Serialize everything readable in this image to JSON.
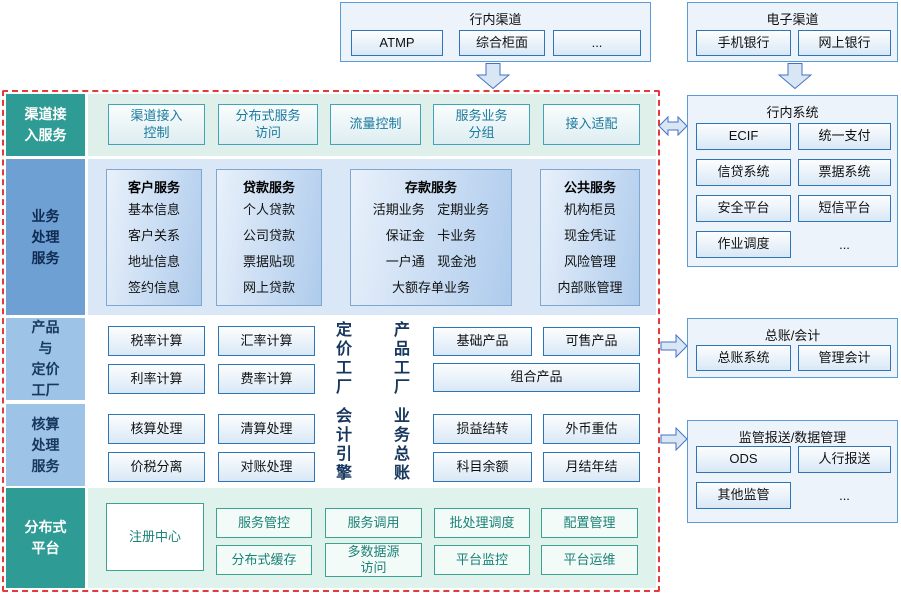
{
  "top": {
    "internal_channels": {
      "title": "行内渠道",
      "items": [
        "ATMP",
        "综合柜面",
        "..."
      ]
    },
    "electronic_channels": {
      "title": "电子渠道",
      "items": [
        "手机银行",
        "网上银行"
      ]
    }
  },
  "main": {
    "channel_access": {
      "label": "渠道接\n入服务",
      "items": [
        "渠道接入\n控制",
        "分布式服务\n访问",
        "流量控制",
        "服务业务\n分组",
        "接入适配"
      ]
    },
    "business": {
      "label": "业务\n处理\n服务",
      "columns": [
        {
          "title": "客户服务",
          "items": [
            "基本信息",
            "客户关系",
            "地址信息",
            "签约信息"
          ]
        },
        {
          "title": "贷款服务",
          "items": [
            "个人贷款",
            "公司贷款",
            "票据贴现",
            "网上贷款"
          ]
        },
        {
          "title": "存款服务",
          "items": [
            "活期业务 定期业务",
            "保证金 卡业务",
            "一户通 现金池",
            "大额存单业务"
          ]
        },
        {
          "title": "公共服务",
          "items": [
            "机构柜员",
            "现金凭证",
            "风险管理",
            "内部账管理"
          ]
        }
      ]
    },
    "product_pricing": {
      "label": "产品\n与\n定价\n工厂",
      "calc_items": [
        "税率计算",
        "汇率计算",
        "利率计算",
        "费率计算"
      ],
      "vertical_left": "定价工厂",
      "vertical_right": "产品工厂",
      "product_items": [
        "基础产品",
        "可售产品",
        "组合产品"
      ]
    },
    "accounting": {
      "label": "核算\n处理\n服务",
      "left_items": [
        "核算处理",
        "清算处理",
        "价税分离",
        "对账处理"
      ],
      "vertical_left": "会计引擎",
      "vertical_right": "业务总账",
      "right_items": [
        "损益结转",
        "外币重估",
        "科目余额",
        "月结年结"
      ]
    },
    "platform": {
      "label": "分布式\n平台",
      "registry": "注册中心",
      "row1": [
        "服务管控",
        "服务调用",
        "批处理调度",
        "配置管理"
      ],
      "row2": [
        "分布式缓存",
        "多数据源\n访问",
        "平台监控",
        "平台运维"
      ]
    }
  },
  "right": {
    "internal_systems": {
      "title": "行内系统",
      "items": [
        "ECIF",
        "统一支付",
        "信贷系统",
        "票据系统",
        "安全平台",
        "短信平台",
        "作业调度",
        "..."
      ]
    },
    "ledger": {
      "title": "总账/会计",
      "items": [
        "总账系统",
        "管理会计"
      ]
    },
    "regulatory": {
      "title": "监管报送/数据管理",
      "items": [
        "ODS",
        "人行报送",
        "其他监管",
        "..."
      ]
    }
  },
  "colors": {
    "box_border": "#2E75B6",
    "panel_border": "#5B9BD5",
    "teal_sidebar": "#2E9C94",
    "blue_sidebar": "#6FA0D4",
    "light_blue_sidebar": "#9DC3E6",
    "dashed_boundary": "#E23B3B",
    "mint_row_bg": "#DFF0EA",
    "blue_row_bg": "#D9E7F6",
    "arrow_fill": "#D9E6F4",
    "arrow_stroke": "#4472C4"
  }
}
